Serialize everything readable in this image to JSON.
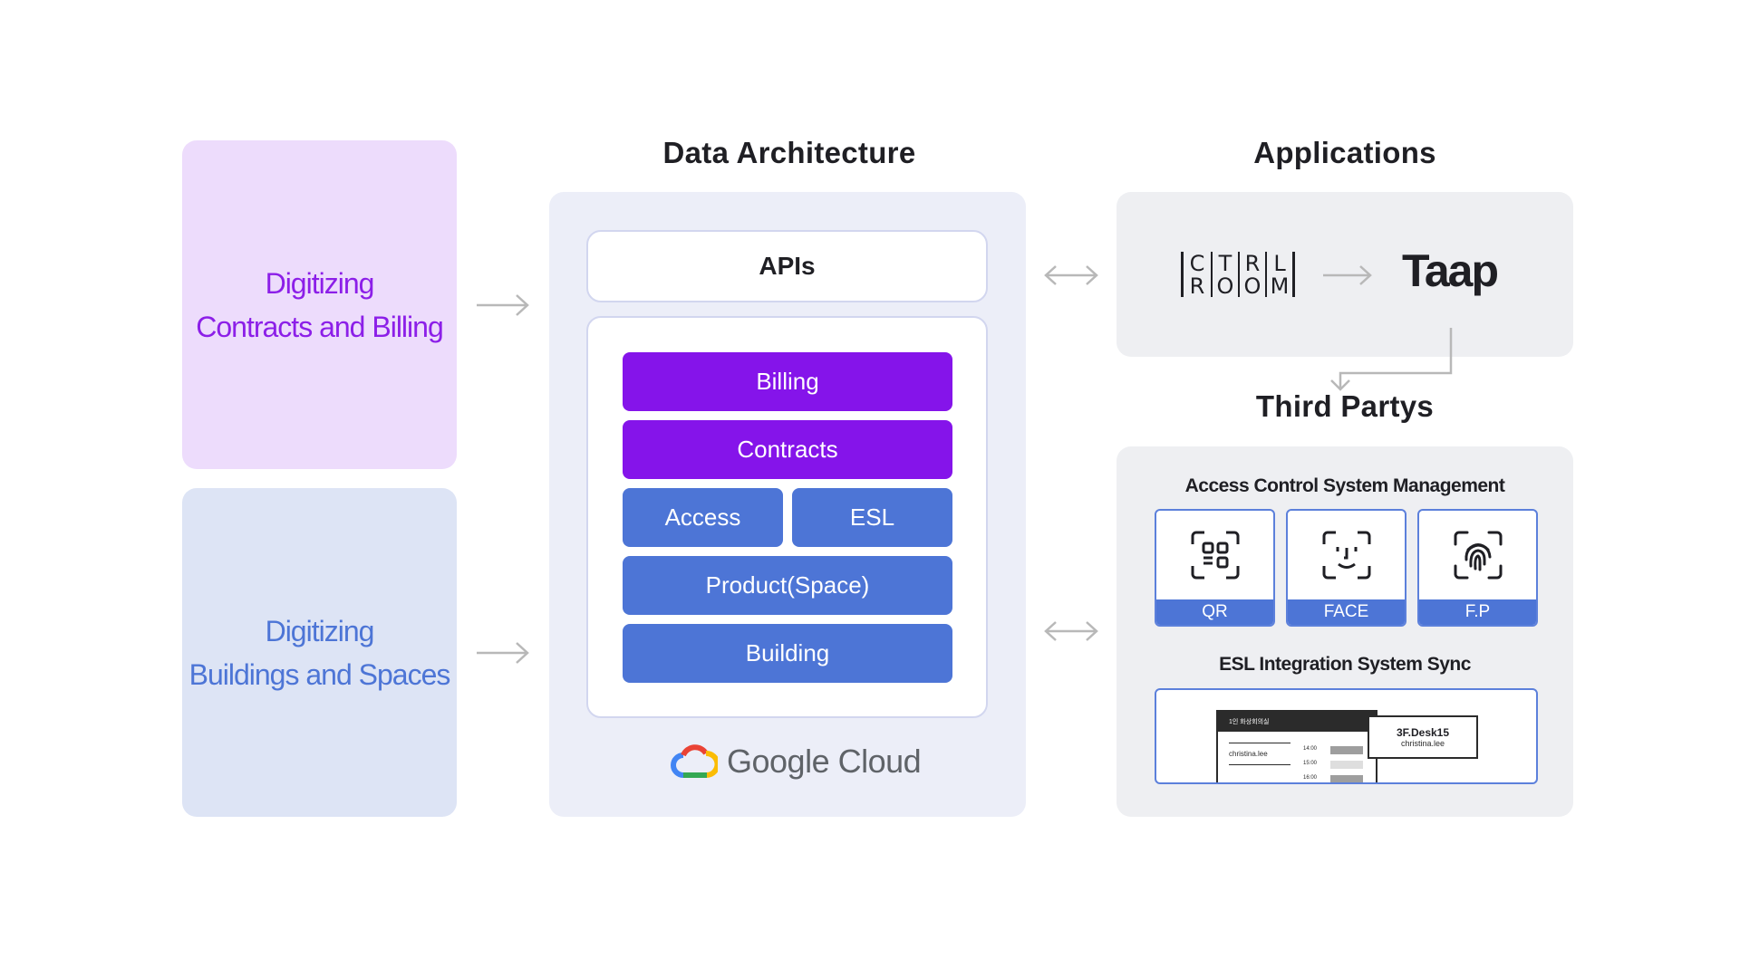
{
  "left": {
    "contracts": {
      "line1": "Digitizing",
      "line2": "Contracts and Billing"
    },
    "buildings": {
      "line1": "Digitizing",
      "line2": "Buildings and Spaces"
    }
  },
  "data_architecture": {
    "title": "Data Architecture",
    "apis_label": "APIs",
    "layers": {
      "billing": "Billing",
      "contracts": "Contracts",
      "access": "Access",
      "esl": "ESL",
      "product": "Product(Space)",
      "building": "Building"
    },
    "platform": "Google Cloud"
  },
  "applications": {
    "title": "Applications",
    "ctrl_room": {
      "row1": [
        "C",
        "T",
        "R",
        "L"
      ],
      "row2": [
        "R",
        "O",
        "O",
        "M"
      ]
    },
    "taap": "Taap"
  },
  "third_partys": {
    "title": "Third Partys",
    "access_title": "Access Control System Management",
    "methods": {
      "qr": "QR",
      "face": "FACE",
      "fp": "F.P"
    },
    "esl_title": "ESL Integration System Sync",
    "esl_screen": {
      "header": "1인 화상회의실",
      "user": "christina.lee",
      "times": [
        "14:00",
        "15:00",
        "16:00"
      ]
    },
    "esl_tag": {
      "desk": "3F.Desk15",
      "user": "christina.lee"
    }
  },
  "colors": {
    "purple": "#8514ea",
    "blue": "#4d75d6",
    "purple_card": "#eddcfc",
    "blue_card": "#dde4f5",
    "panel": "#eceef8",
    "app_panel": "#eeeff2"
  },
  "icons": {
    "arrow": "arrow-right-icon",
    "bidirectional": "double-arrow-icon",
    "qr": "qr-scan-icon",
    "face": "face-id-icon",
    "fp": "fingerprint-icon",
    "cloud": "google-cloud-icon"
  }
}
